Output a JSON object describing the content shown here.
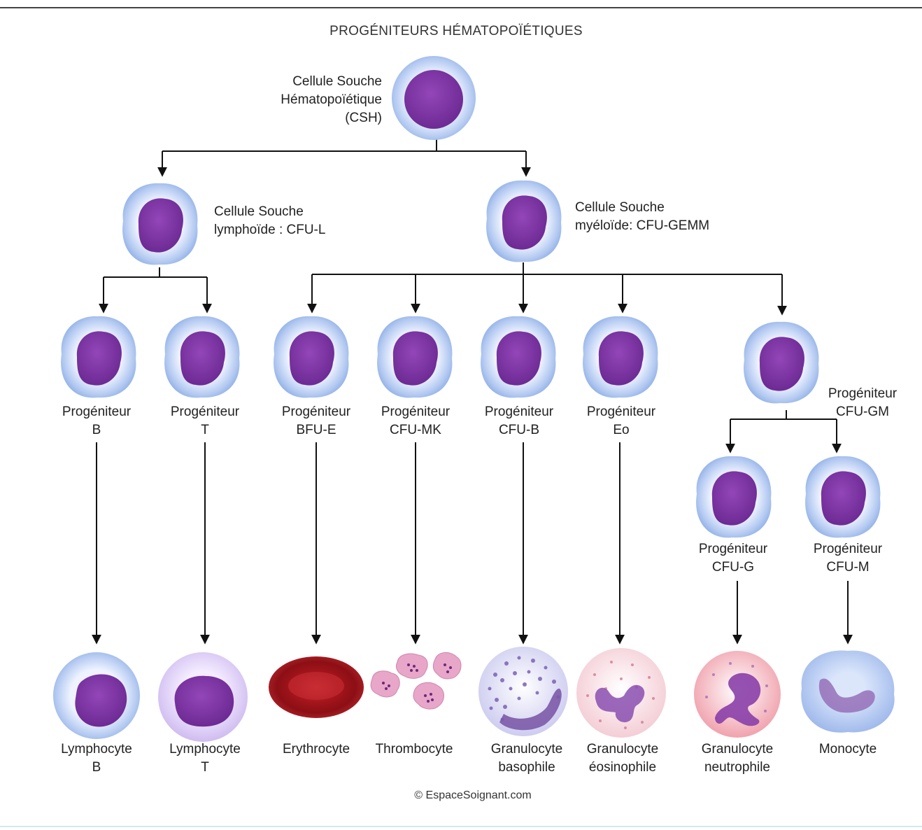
{
  "title": "PROGÉNITEURS HÉMATOPOÏÉTIQUES",
  "copyright": "© EspaceSoignant.com",
  "colors": {
    "cell_outer": "#aac4ee",
    "cell_nucleus": "#7b35a0",
    "erythrocyte": "#a3151b",
    "thrombocyte": "#e8a6c8",
    "arrow": "#111111"
  },
  "nodes": {
    "csh": {
      "line1": "Cellule Souche",
      "line2": "Hématopoïétique",
      "line3": "(CSH)"
    },
    "cfu_l": {
      "line1": "Cellule Souche",
      "line2": "lymphoïde : CFU-L"
    },
    "cfu_gemm": {
      "line1": "Cellule Souche",
      "line2": "myéloïde: CFU-GEMM"
    },
    "prog_b": {
      "line1": "Progéniteur",
      "line2": "B"
    },
    "prog_t": {
      "line1": "Progéniteur",
      "line2": "T"
    },
    "prog_bfue": {
      "line1": "Progéniteur",
      "line2": "BFU-E"
    },
    "prog_cfumk": {
      "line1": "Progéniteur",
      "line2": "CFU-MK"
    },
    "prog_cfub": {
      "line1": "Progéniteur",
      "line2": "CFU-B"
    },
    "prog_eo": {
      "line1": "Progéniteur",
      "line2": "Eo"
    },
    "prog_cfugm": {
      "line1": "Progéniteur",
      "line2": "CFU-GM"
    },
    "prog_cfug": {
      "line1": "Progéniteur",
      "line2": "CFU-G"
    },
    "prog_cfum": {
      "line1": "Progéniteur",
      "line2": "CFU-M"
    }
  },
  "mature": {
    "lymph_b": {
      "line1": "Lymphocyte",
      "line2": "B"
    },
    "lymph_t": {
      "line1": "Lymphocyte",
      "line2": "T"
    },
    "erythro": {
      "line1": "Erythrocyte"
    },
    "thrombo": {
      "line1": "Thrombocyte"
    },
    "baso": {
      "line1": "Granulocyte",
      "line2": "basophile"
    },
    "eosino": {
      "line1": "Granulocyte",
      "line2": "éosinophile"
    },
    "neutro": {
      "line1": "Granulocyte",
      "line2": "neutrophile"
    },
    "mono": {
      "line1": "Monocyte"
    }
  }
}
